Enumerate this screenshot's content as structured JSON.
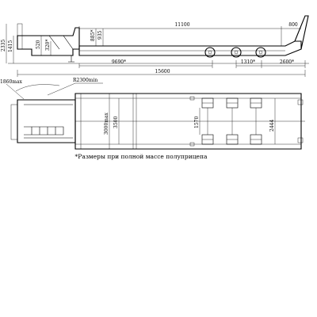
{
  "side_view": {
    "dim_total_deck": "11100",
    "dim_rear_deck": "800",
    "dim_885": "885*",
    "dim_935": "935",
    "dim_520": "520",
    "dim_320": "320*",
    "dim_2335": "2335",
    "dim_1415": "1415",
    "dim_kingpin_axle": "9690*",
    "dim_axle_spacing": "1310*",
    "dim_rear_overhang": "2600*",
    "dim_overall_length": "15600"
  },
  "top_view": {
    "dim_swing": "1860max",
    "dim_radius": "R2300min",
    "dim_3000max": "3000max",
    "dim_3500": "3500",
    "dim_1570": "1570",
    "dim_2444": "2444"
  },
  "note": "*Размеры при полной массе полуприцепа"
}
